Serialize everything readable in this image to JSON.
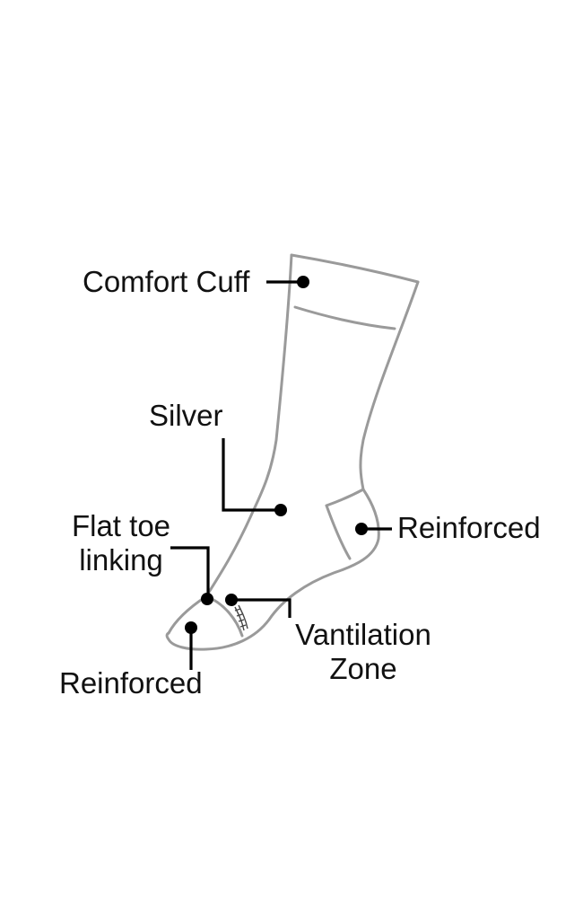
{
  "diagram": {
    "labels": {
      "comfort_cuff": "Comfort Cuff",
      "silver": "Silver",
      "flat_toe_linking": "Flat toe\nlinking",
      "reinforced_heel": "Reinforced",
      "ventilation_zone": "Vantilation\nZone",
      "reinforced_toe": "Reinforced"
    },
    "colors": {
      "outline": "#9a9a9a",
      "leader": "#000000",
      "text": "#111111",
      "background": "#ffffff"
    }
  }
}
